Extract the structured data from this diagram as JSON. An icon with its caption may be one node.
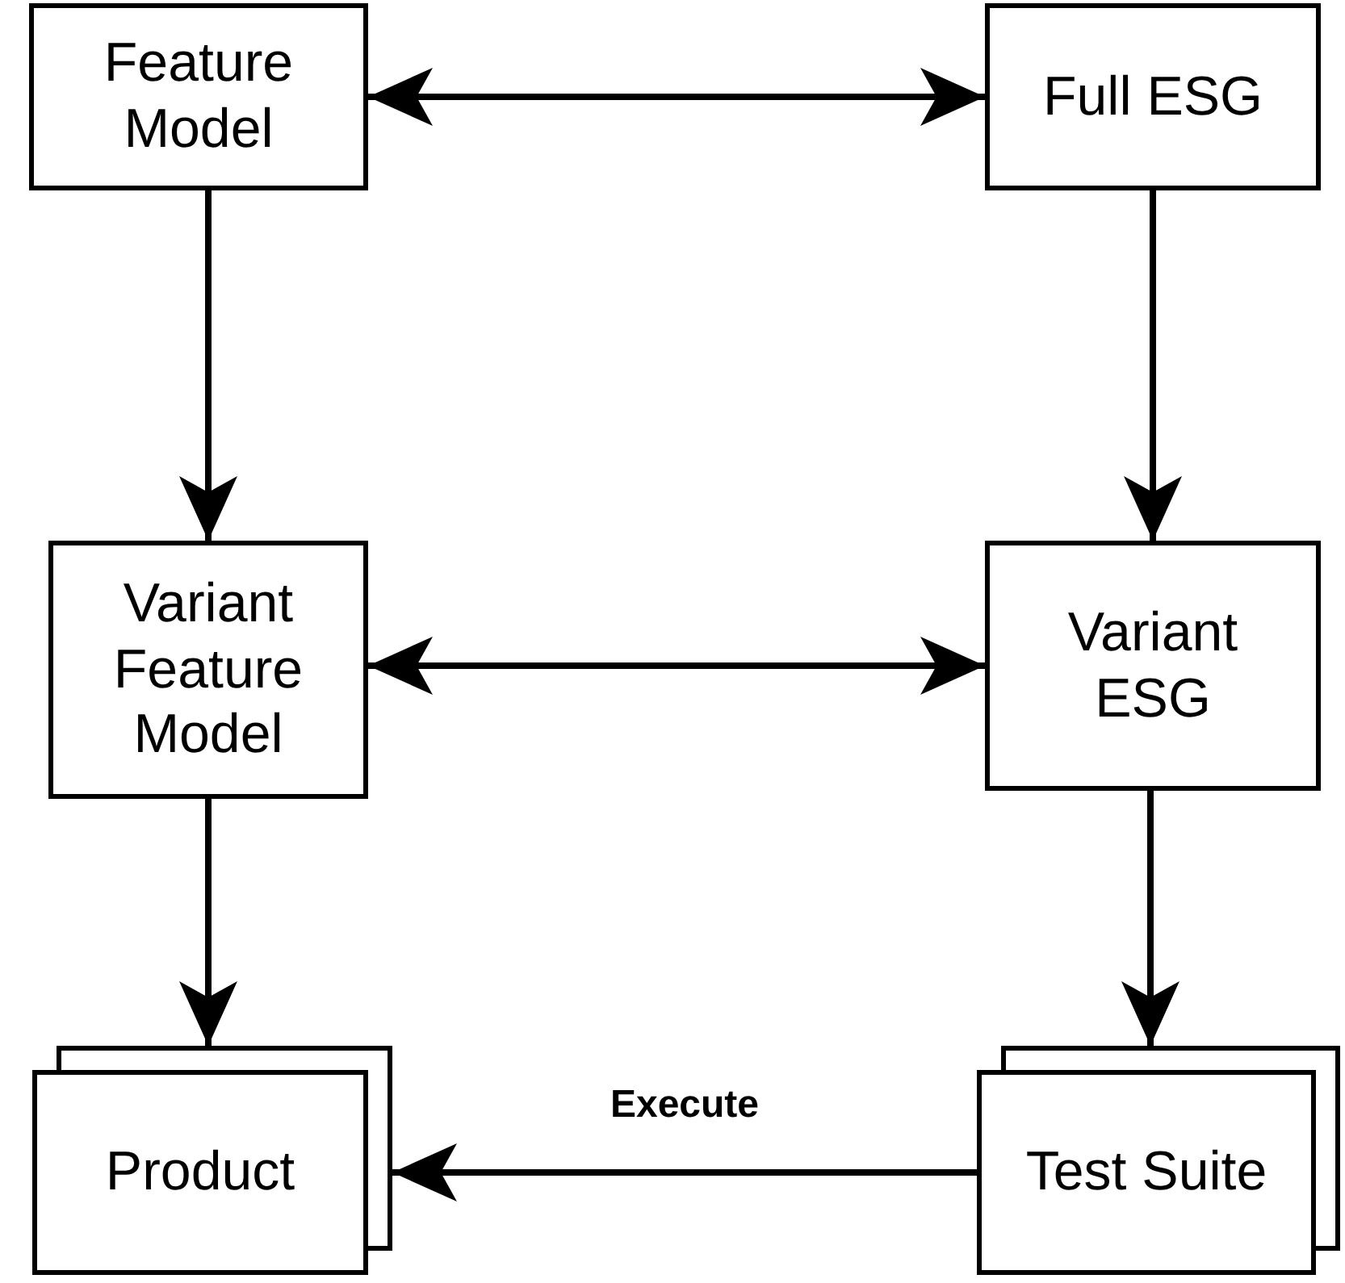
{
  "diagram": {
    "nodes": [
      {
        "text": [
          "Feature Model"
        ]
      },
      {
        "text": [
          "Full ESG"
        ]
      },
      {
        "text": [
          "Variant Feature Model"
        ]
      },
      {
        "text": [
          "Variant ESG"
        ]
      },
      {
        "text": [
          "Product"
        ]
      },
      {
        "text": [
          "Test Suite"
        ]
      }
    ],
    "edges": [
      {
        "from": 0,
        "to": 1,
        "arrow": "both"
      },
      {
        "from": 0,
        "to": 2,
        "arrow": "to"
      },
      {
        "from": 1,
        "to": 3,
        "arrow": "to"
      },
      {
        "from": 2,
        "to": 3,
        "arrow": "both"
      },
      {
        "from": 2,
        "to": 4,
        "arrow": "to"
      },
      {
        "from": 3,
        "to": 5,
        "arrow": "to"
      },
      {
        "from": 5,
        "to": 4,
        "arrow": "to",
        "label": "Execute"
      }
    ]
  }
}
